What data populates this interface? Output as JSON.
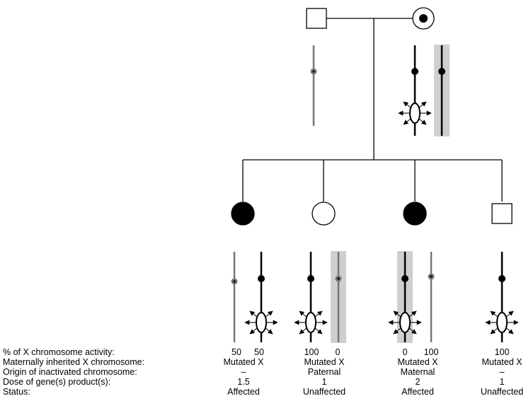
{
  "row_labels": {
    "activity": "% of X chromosome activity:",
    "maternal": "Maternally inherited X chromosome:",
    "origin": "Origin of inactivated chromosome:",
    "dose": "Dose of gene(s) product(s):",
    "status": "Status:"
  },
  "children": [
    {
      "activity_left": "50",
      "activity_right": "50",
      "maternal": "Mutated X",
      "origin": "–",
      "dose": "1.5",
      "status": "Affected"
    },
    {
      "activity_left": "100",
      "activity_right": "0",
      "maternal": "Mutated X",
      "origin": "Paternal",
      "dose": "1",
      "status": "Unaffected"
    },
    {
      "activity_left": "0",
      "activity_right": "100",
      "maternal": "Mutated X",
      "origin": "Maternal",
      "dose": "2",
      "status": "Affected"
    },
    {
      "activity": "100",
      "maternal": "Mutated X",
      "origin": "–",
      "dose": "1",
      "status": "Unaffected"
    }
  ],
  "colors": {
    "line": "#000000",
    "paternal_chromosome": "#777777",
    "inactivated_highlight": "#cfcfcf"
  }
}
